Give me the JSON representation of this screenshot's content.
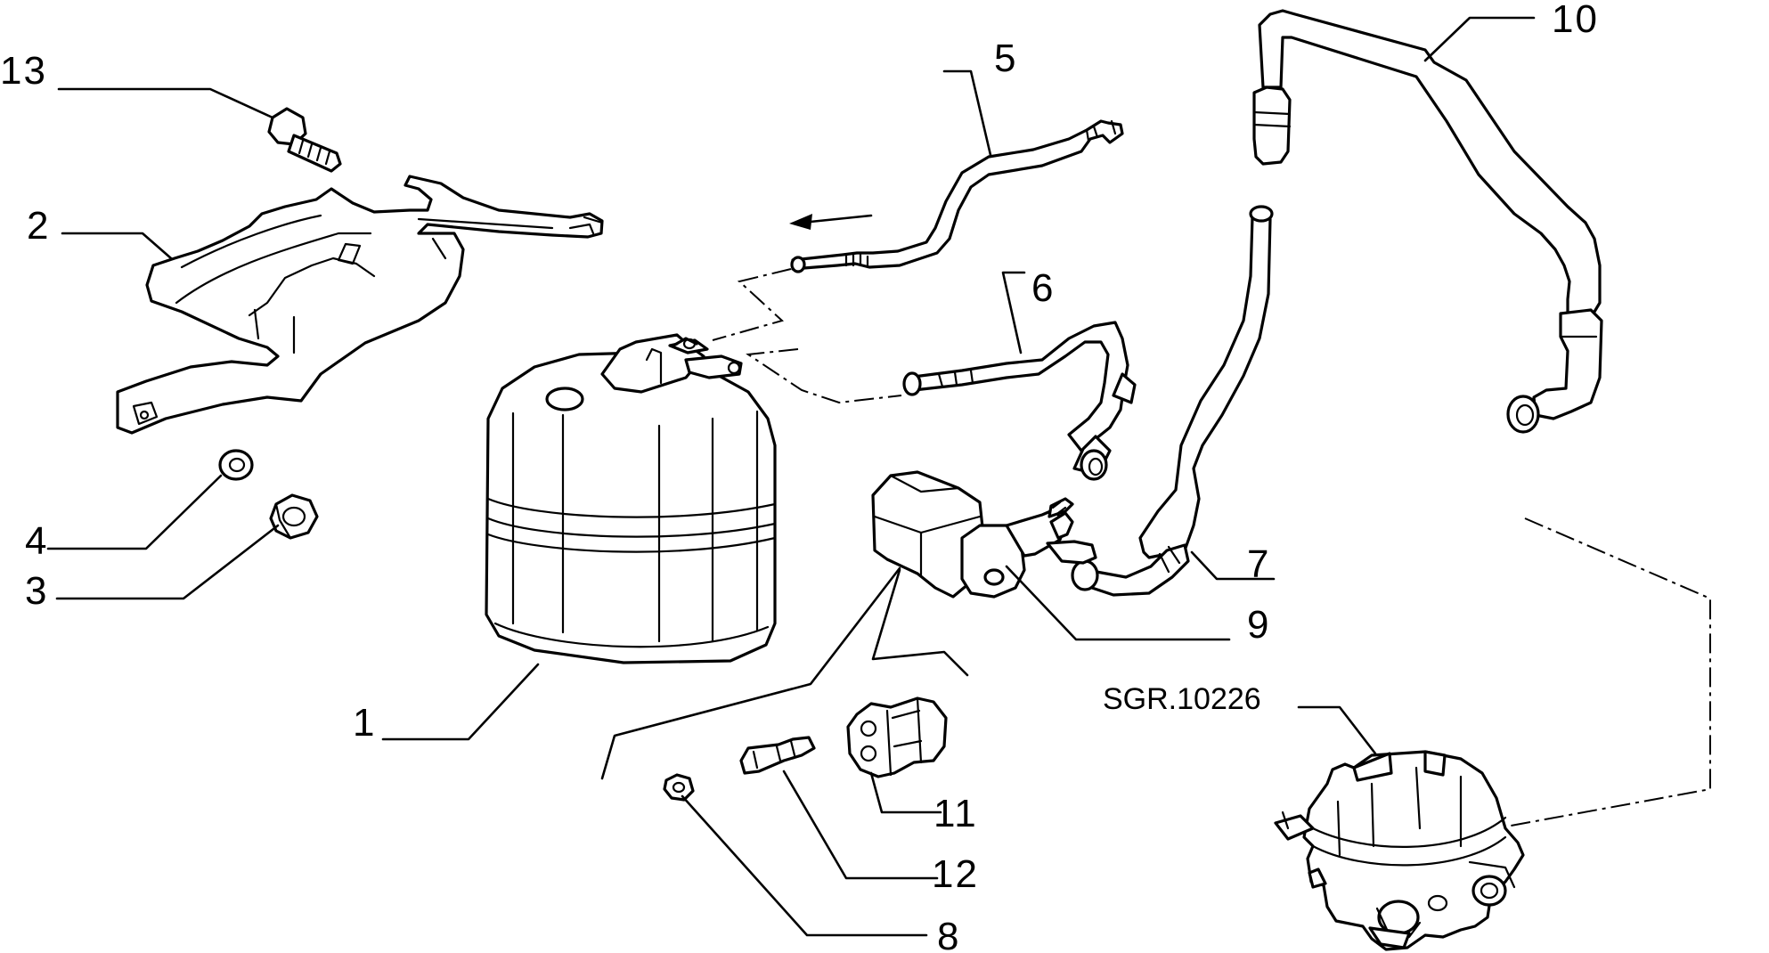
{
  "callouts": [
    {
      "id": "c1",
      "text": "1"
    },
    {
      "id": "c2",
      "text": "2"
    },
    {
      "id": "c3",
      "text": "3"
    },
    {
      "id": "c4",
      "text": "4"
    },
    {
      "id": "c5",
      "text": "5"
    },
    {
      "id": "c6",
      "text": "6"
    },
    {
      "id": "c7",
      "text": "7"
    },
    {
      "id": "c8",
      "text": "8"
    },
    {
      "id": "c9",
      "text": "9"
    },
    {
      "id": "c10",
      "text": "10"
    },
    {
      "id": "c11",
      "text": "11"
    },
    {
      "id": "c12",
      "text": "12"
    },
    {
      "id": "c13",
      "text": "13"
    }
  ],
  "reference": "SGR.10226"
}
